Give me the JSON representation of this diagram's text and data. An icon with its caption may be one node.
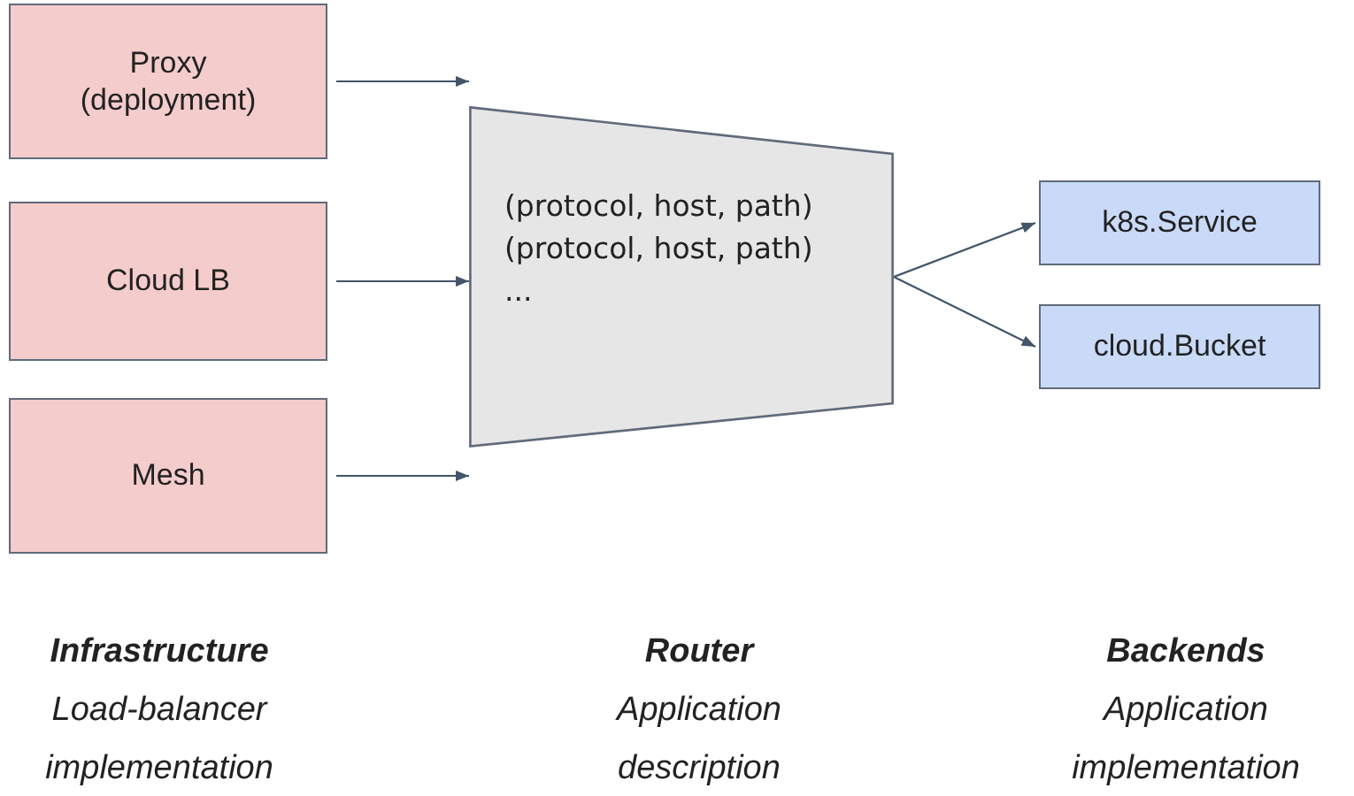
{
  "diagram": {
    "nodes": [
      {
        "text": [
          "Proxy (deployment)"
        ]
      },
      {
        "text": [
          "Cloud LB"
        ]
      },
      {
        "text": [
          "Mesh"
        ]
      },
      {
        "text": [
          "(protocol, host, path)",
          "(protocol, host, path)",
          "..."
        ]
      },
      {
        "text": [
          "k8s.Service"
        ]
      },
      {
        "text": [
          "cloud.Bucket"
        ]
      }
    ],
    "edges": [
      {
        "from": 0,
        "to": 3,
        "arrow": "to"
      },
      {
        "from": 1,
        "to": 3,
        "arrow": "to"
      },
      {
        "from": 2,
        "to": 3,
        "arrow": "to"
      },
      {
        "from": 3,
        "to": 4,
        "arrow": "to"
      },
      {
        "from": 3,
        "to": 5,
        "arrow": "to"
      }
    ],
    "labels": [
      "Infrastructure",
      "Load-balancer implementation",
      "Router",
      "Application description",
      "Backends",
      "Application implementation"
    ]
  }
}
